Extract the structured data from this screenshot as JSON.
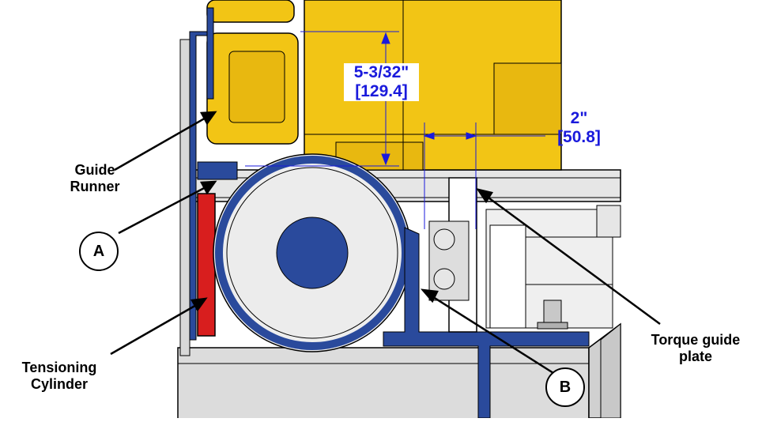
{
  "labels": {
    "guide_runner": [
      "Guide",
      "Runner"
    ],
    "tensioning_cylinder": [
      "Tensioning",
      "Cylinder"
    ],
    "torque_guide_plate": [
      "Torque guide",
      "plate"
    ]
  },
  "dimensions": {
    "vertical": [
      "5-3/32\"",
      "[129.4]"
    ],
    "horizontal": [
      "2\"",
      "[50.8]"
    ]
  },
  "callouts": {
    "a": "A",
    "b": "B"
  },
  "colors": {
    "blue": "#2a4a9c",
    "yellow": "#f2c515",
    "red": "#d81e1e",
    "gray": "#d4d4d4",
    "dimension_text": "#1a1adc"
  }
}
